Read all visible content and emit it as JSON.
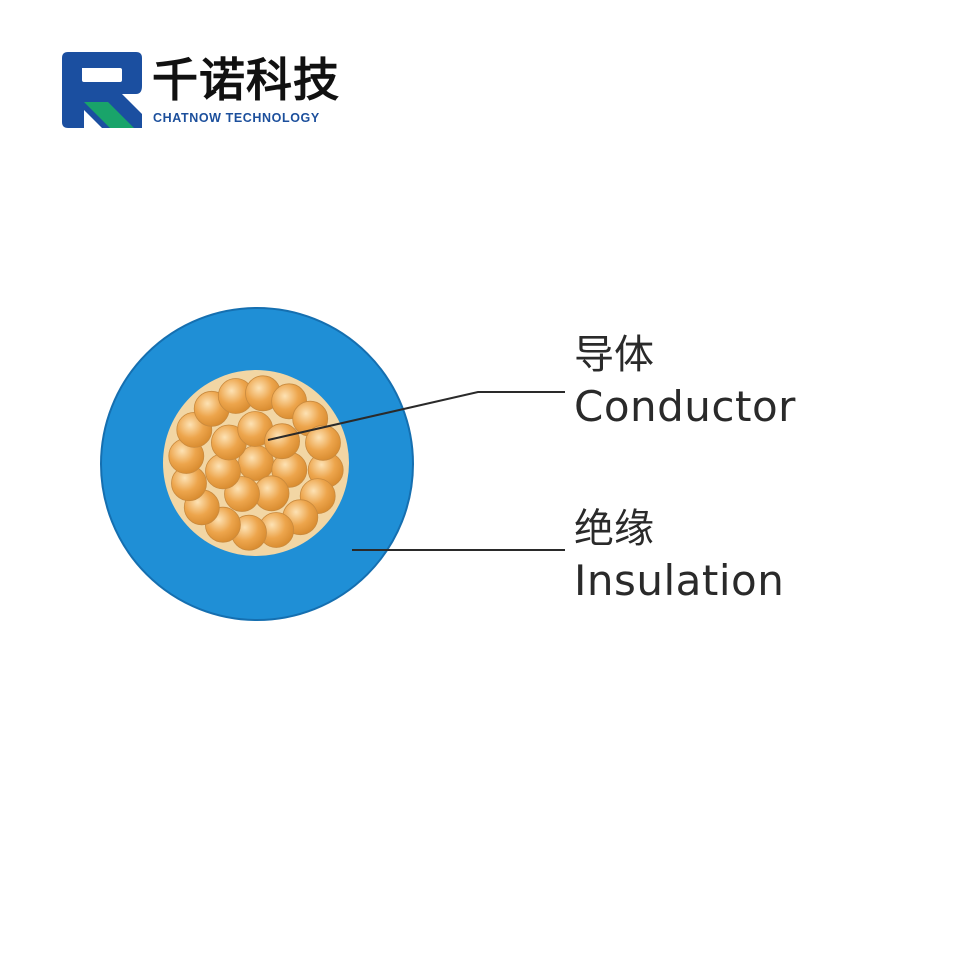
{
  "brand": {
    "name_cn": "千诺科技",
    "name_en": "CHATNOW TECHNOLOGY",
    "colors": {
      "primary": "#1b4fa0",
      "accent": "#19a46a"
    }
  },
  "diagram": {
    "colors": {
      "insulation": "#1f8fd6",
      "insulation_edge": "#156fb0",
      "conductor_bed": "#f2d6a4",
      "strand": "#eda54c",
      "strand_highlight": "#fde2b4",
      "leader_line": "#2a2a2a"
    },
    "strand_count": 24,
    "labels": [
      {
        "id": "conductor",
        "cn": "导体",
        "en": "Conductor"
      },
      {
        "id": "insulation",
        "cn": "绝缘",
        "en": "Insulation"
      }
    ]
  }
}
